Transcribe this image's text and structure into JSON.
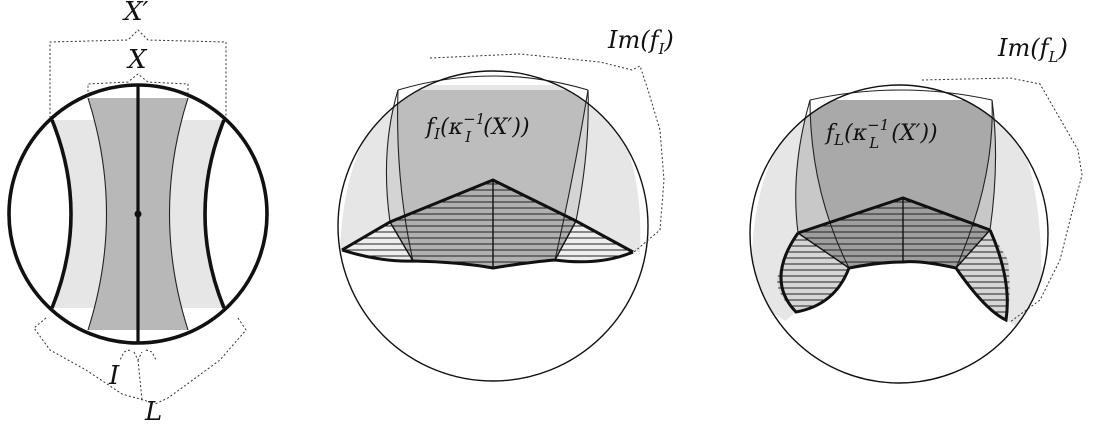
{
  "labels": {
    "x_prime_base": "X",
    "x_prime_mark": "′",
    "x": "X",
    "i": "I",
    "l": "L",
    "im_fi_head": "Im(f",
    "im_fi_sub": "I",
    "im_fi_tail": ")",
    "im_fl_head": "Im(f",
    "im_fl_sub": "L",
    "im_fl_tail": ")",
    "fi_kappa_f": "f",
    "fi_kappa_fsub": "I",
    "fi_kappa_open": "(κ",
    "fi_kappa_sup": "−1",
    "fi_kappa_sub": "I",
    "fi_kappa_tail": "(X′))",
    "fl_kappa_f": "f",
    "fl_kappa_fsub": "L",
    "fl_kappa_open": "(κ",
    "fl_kappa_sup": "−1",
    "fl_kappa_sub": "L",
    "fl_kappa_tail": "(X′))"
  },
  "colors": {
    "light_gray": "#e6e6e6",
    "mid_gray": "#bdbdbd",
    "dark_gray": "#a9a9a9",
    "darker_gray": "#9a9a9a",
    "line": "#111111"
  }
}
